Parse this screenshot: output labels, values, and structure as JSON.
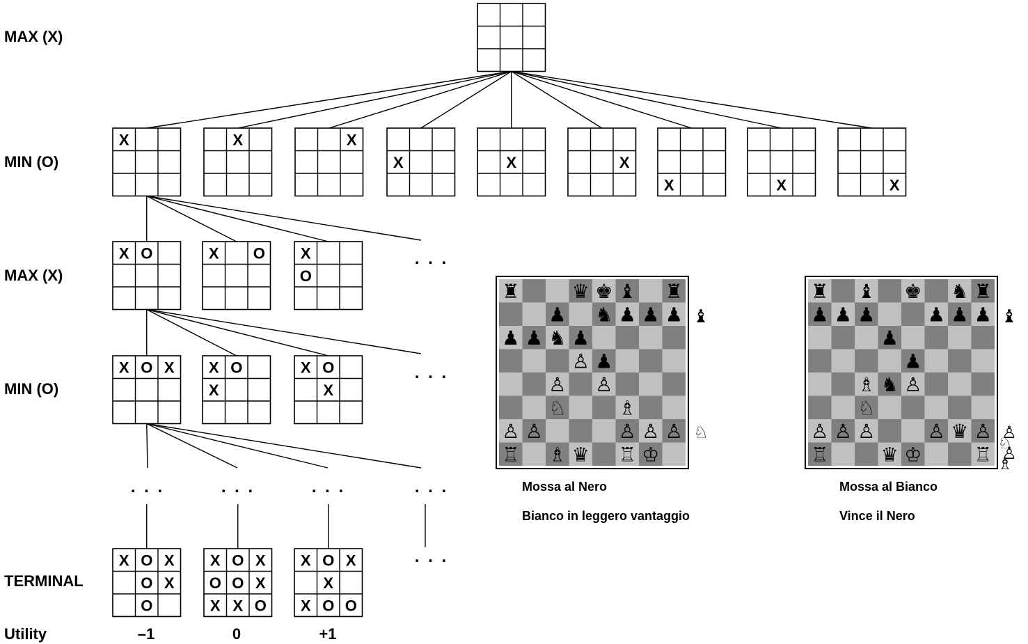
{
  "levels": [
    "MAX (X)",
    "MIN (O)",
    "MAX (X)",
    "MIN (O)",
    "TERMINAL",
    "Utility"
  ],
  "ellipsis": ". . .",
  "root": [
    "",
    "",
    "",
    "",
    "",
    "",
    "",
    "",
    ""
  ],
  "min_level": [
    [
      "X",
      "",
      "",
      "",
      "",
      "",
      "",
      "",
      ""
    ],
    [
      "",
      "X",
      "",
      "",
      "",
      "",
      "",
      "",
      ""
    ],
    [
      "",
      "",
      "X",
      "",
      "",
      "",
      "",
      "",
      ""
    ],
    [
      "",
      "",
      "",
      "X",
      "",
      "",
      "",
      "",
      ""
    ],
    [
      "",
      "",
      "",
      "",
      "X",
      "",
      "",
      "",
      ""
    ],
    [
      "",
      "",
      "",
      "",
      "",
      "X",
      "",
      "",
      ""
    ],
    [
      "",
      "",
      "",
      "",
      "",
      "",
      "X",
      "",
      ""
    ],
    [
      "",
      "",
      "",
      "",
      "",
      "",
      "",
      "X",
      ""
    ],
    [
      "",
      "",
      "",
      "",
      "",
      "",
      "",
      "",
      "X"
    ]
  ],
  "max_level2": [
    [
      "X",
      "O",
      "",
      "",
      "",
      "",
      "",
      "",
      ""
    ],
    [
      "X",
      "",
      "O",
      "",
      "",
      "",
      "",
      "",
      ""
    ],
    [
      "X",
      "",
      "",
      "O",
      "",
      "",
      "",
      "",
      ""
    ]
  ],
  "min_level2": [
    [
      "X",
      "O",
      "X",
      "",
      "",
      "",
      "",
      "",
      ""
    ],
    [
      "X",
      "O",
      "",
      "X",
      "",
      "",
      "",
      "",
      ""
    ],
    [
      "X",
      "O",
      "",
      "",
      "X",
      "",
      "",
      "",
      ""
    ]
  ],
  "terminal": [
    [
      "X",
      "O",
      "X",
      "",
      "O",
      "X",
      "",
      "O",
      ""
    ],
    [
      "X",
      "O",
      "X",
      "O",
      "O",
      "X",
      "X",
      "X",
      "O"
    ],
    [
      "X",
      "O",
      "X",
      "",
      "X",
      "",
      "X",
      "O",
      "O"
    ]
  ],
  "utilities": [
    "–1",
    "0",
    "+1"
  ],
  "chess": {
    "board1": {
      "rows": [
        [
          "♜",
          "",
          "",
          "♛",
          "♚",
          "♝",
          "",
          "♜"
        ],
        [
          "",
          "",
          "♟",
          "",
          "♞",
          "♟",
          "♟",
          "♟"
        ],
        [
          "♟",
          "♟",
          "♞",
          "♟",
          "",
          "",
          "",
          ""
        ],
        [
          "",
          "",
          "",
          "♙",
          "♟",
          "",
          "",
          ""
        ],
        [
          "",
          "",
          "♙",
          "",
          "♙",
          "",
          "",
          ""
        ],
        [
          "",
          "",
          "♘",
          "",
          "",
          "♗",
          "",
          ""
        ],
        [
          "♙",
          "♙",
          "",
          "",
          "",
          "♙",
          "♙",
          "♙"
        ],
        [
          "♖",
          "",
          "♗",
          "♛",
          "",
          "♖",
          "♔",
          ""
        ]
      ],
      "captured_black": [
        "♝"
      ],
      "captured_white": [
        "♘"
      ],
      "caption1": "Mossa al Nero",
      "caption2": "Bianco in leggero vantaggio"
    },
    "board2": {
      "rows": [
        [
          "♜",
          "",
          "♝",
          "",
          "♚",
          "",
          "♞",
          "♜"
        ],
        [
          "♟",
          "♟",
          "♟",
          "",
          "",
          "♟",
          "♟",
          "♟"
        ],
        [
          "",
          "",
          "",
          "♟",
          "",
          "",
          "",
          ""
        ],
        [
          "",
          "",
          "",
          "",
          "♟",
          "",
          "",
          ""
        ],
        [
          "",
          "",
          "♗",
          "♞",
          "♙",
          "",
          "",
          ""
        ],
        [
          "",
          "",
          "♘",
          "",
          "",
          "",
          "",
          ""
        ],
        [
          "♙",
          "♙",
          "♙",
          "",
          "",
          "♙",
          "♛",
          "♙"
        ],
        [
          "♖",
          "",
          "",
          "♛",
          "♔",
          "",
          "",
          "♖"
        ]
      ],
      "captured_black": [
        "♝"
      ],
      "captured_white": [
        "♙",
        "♘",
        "♙",
        "♗"
      ],
      "caption1": "Mossa al Bianco",
      "caption2": "Vince il Nero"
    }
  },
  "colors": {
    "light_square": "#c0c0c0",
    "dark_square": "#808080",
    "ink": "#000000"
  }
}
